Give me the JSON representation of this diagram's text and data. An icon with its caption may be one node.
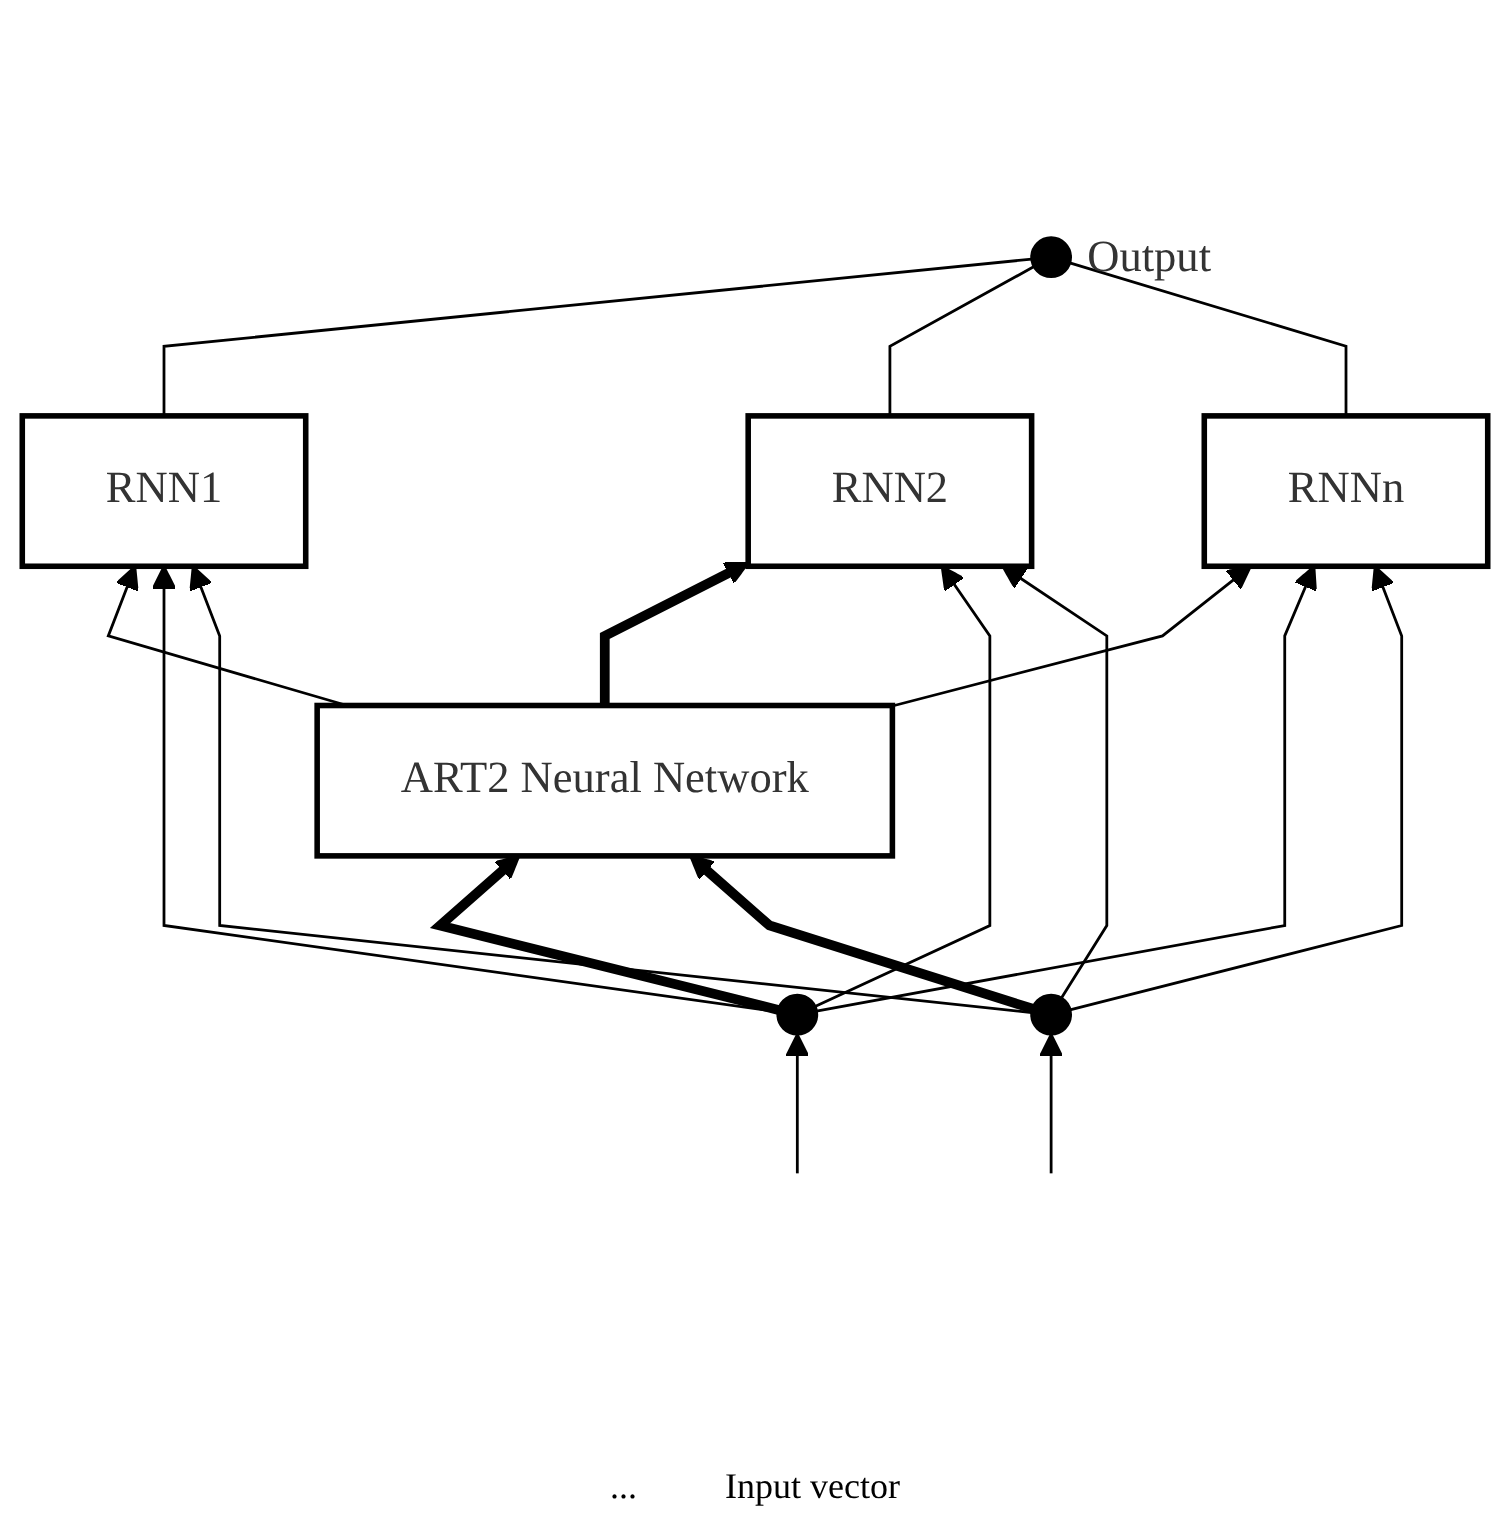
{
  "diagram": {
    "nodes": [
      {
        "text": [
          "ART2 Neural Network"
        ]
      },
      {
        "text": [],
        "shape": "circle",
        "beside": [
          "Output"
        ]
      },
      {
        "text": [
          "RNN1"
        ]
      },
      {
        "text": [
          "RNN2"
        ]
      },
      {
        "text": [
          "RNNn"
        ]
      },
      {
        "text": [],
        "shape": "circle"
      },
      {
        "text": [],
        "shape": "circle"
      }
    ],
    "edges": [
      {
        "from": 0,
        "to": 2,
        "arrow": "to"
      },
      {
        "from": 0,
        "to": 3,
        "arrow": "to",
        "style": "thick"
      },
      {
        "from": 0,
        "to": 4,
        "arrow": "to"
      },
      {
        "from": 2,
        "to": 1,
        "arrow": "none"
      },
      {
        "from": 3,
        "to": 1,
        "arrow": "none"
      },
      {
        "from": 4,
        "to": 1,
        "arrow": "none"
      },
      {
        "from": 5,
        "to": 2,
        "arrow": "to"
      },
      {
        "from": 5,
        "to": 3,
        "arrow": "to"
      },
      {
        "from": 5,
        "to": 4,
        "arrow": "to"
      },
      {
        "from": 6,
        "to": 2,
        "arrow": "to"
      },
      {
        "from": 6,
        "to": 3,
        "arrow": "to"
      },
      {
        "from": 6,
        "to": 4,
        "arrow": "to"
      },
      {
        "from": 5,
        "to": 0,
        "arrow": "to",
        "style": "thick"
      },
      {
        "from": 6,
        "to": 0,
        "arrow": "to",
        "style": "thick"
      },
      {
        "from": null,
        "to": 5,
        "arrow": "to"
      },
      {
        "from": null,
        "to": 6,
        "arrow": "to"
      }
    ],
    "labels": [
      "...",
      "Input vector"
    ]
  }
}
